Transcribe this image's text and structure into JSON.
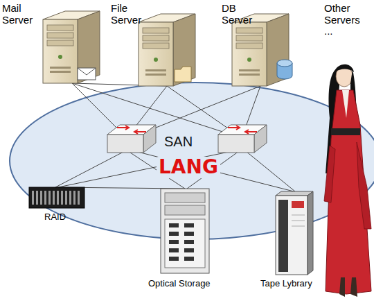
{
  "diagram": {
    "nodes": [
      {
        "text": [
          "Mail Server"
        ]
      },
      {
        "text": [
          "File Server"
        ]
      },
      {
        "text": [
          "DB Server"
        ]
      },
      {
        "text": [
          "Other Servers ..."
        ]
      },
      {
        "text": [
          "RAID"
        ]
      },
      {
        "text": [
          "Optical Storage"
        ]
      },
      {
        "text": [
          "Tape Lybrary"
        ]
      }
    ],
    "labels": [
      "SAN",
      "LANG"
    ]
  }
}
